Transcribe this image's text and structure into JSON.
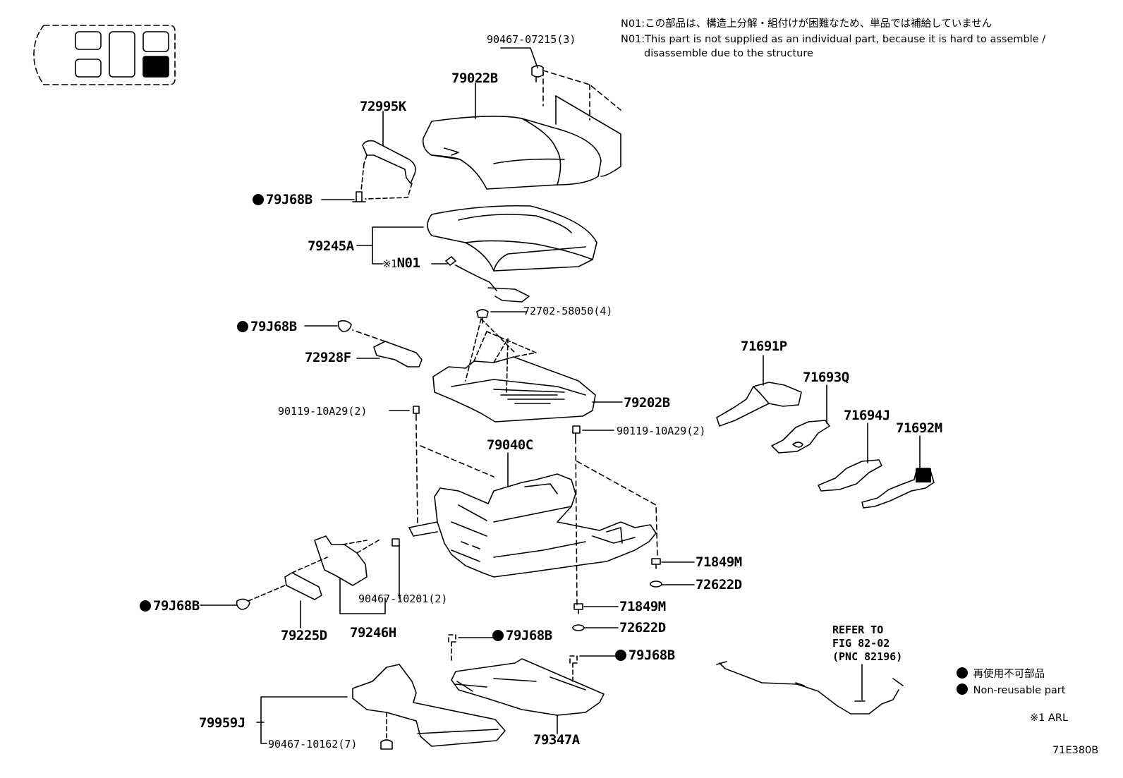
{
  "notes": {
    "n01_jp": "N01:この部品は、構造上分解・組付けが困難なため、単品では補給していません",
    "n01_en_1": "N01:This part is not supplied as an individual part, because it is hard to assemble /",
    "n01_en_2": "disassemble due to the structure"
  },
  "parts": {
    "p1": "90467-07215(3)",
    "p2": "79022B",
    "p3": "72995K",
    "p4": "79J68B",
    "p5": "79245A",
    "p6": "N01",
    "p6_prefix": "※1",
    "p7": "72702-58050(4)",
    "p8": "79J68B",
    "p9": "72928F",
    "p10": "79202B",
    "p11": "90119-10A29(2)",
    "p12": "90119-10A29(2)",
    "p13": "79040C",
    "p14": "71691P",
    "p15": "71693Q",
    "p16": "71694J",
    "p17": "71692M",
    "p18": "71849M",
    "p19": "72622D",
    "p20": "71849M",
    "p21": "72622D",
    "p22": "90467-10201(2)",
    "p23": "79J68B",
    "p24": "79225D",
    "p25": "79246H",
    "p26": "79J68B",
    "p27": "79J68B",
    "p28": "79959J",
    "p29": "90467-10162(7)",
    "p30": "79347A"
  },
  "refer": {
    "line1": "REFER TO",
    "line2": "FIG 82-02",
    "line3": "(PNC 82196)"
  },
  "legend": {
    "jp": "再使用不可部品",
    "en": "Non-reusable part",
    "arl": "※1 ARL"
  },
  "figure_code": "71E380B"
}
